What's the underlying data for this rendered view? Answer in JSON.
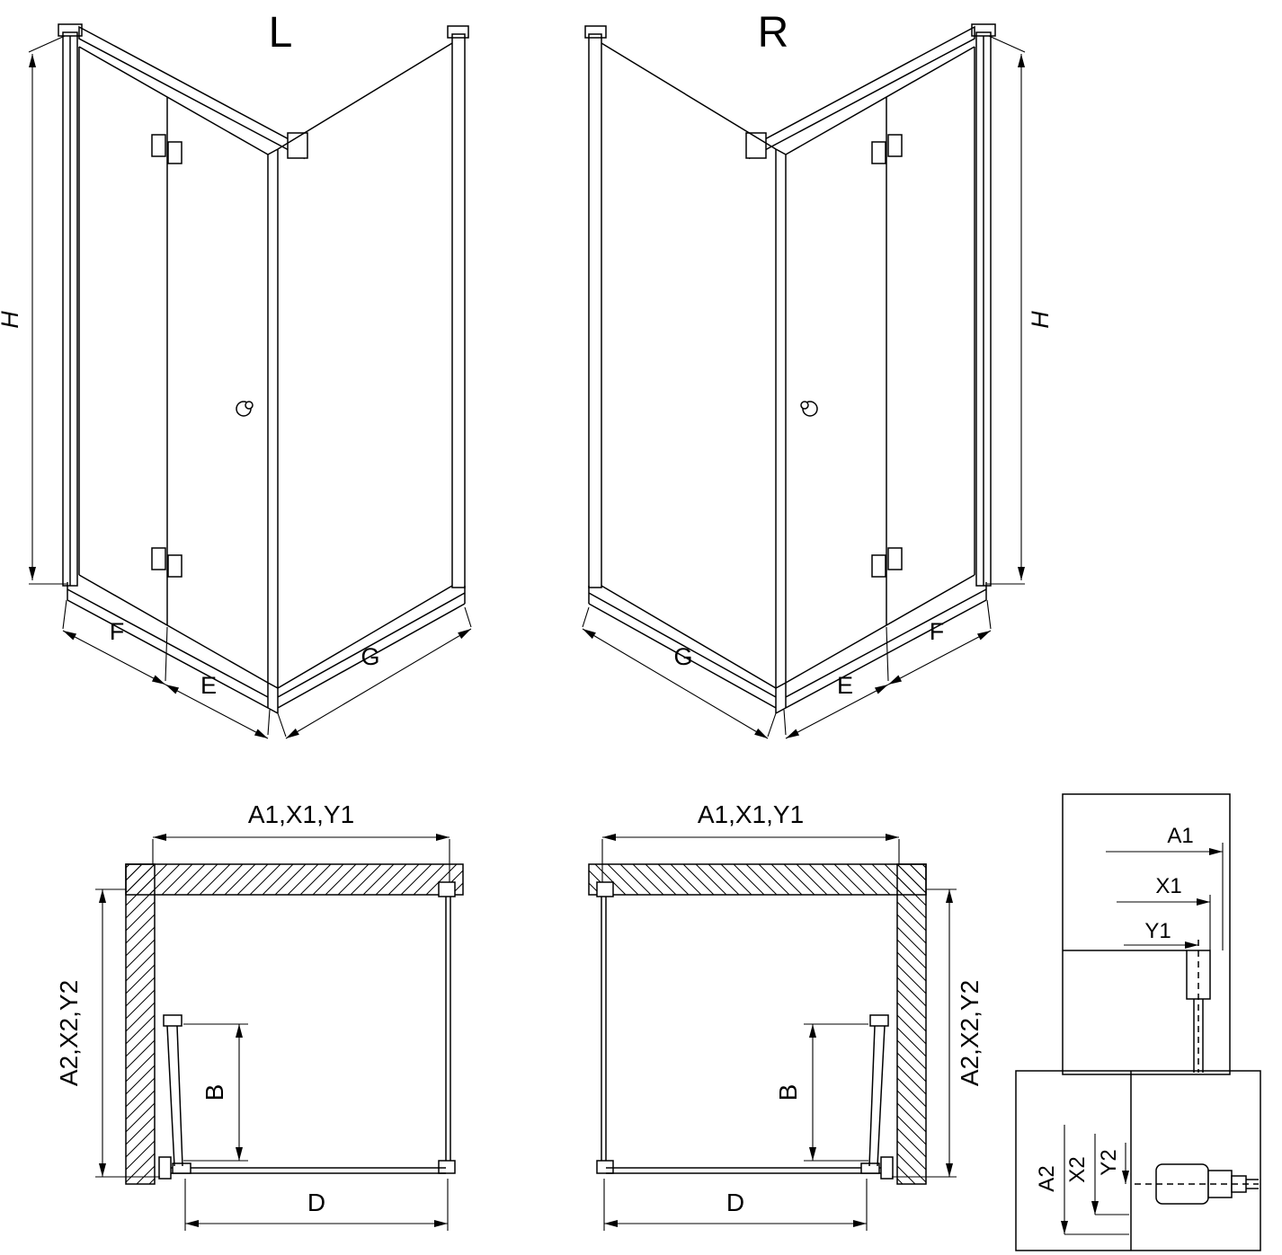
{
  "drawing": {
    "background_color": "#ffffff",
    "line_color": "#000000"
  },
  "iso_left": {
    "variant_label": "L",
    "height_dim": "H",
    "door_leaf_dim": "F",
    "door_fixed_dim": "E",
    "side_panel_dim": "G"
  },
  "iso_right": {
    "variant_label": "R",
    "height_dim": "H",
    "door_leaf_dim": "F",
    "door_fixed_dim": "E",
    "side_panel_dim": "G"
  },
  "plan_left": {
    "width_dim": "A1,X1,Y1",
    "depth_dim": "A2,X2,Y2",
    "door_projection_dim": "B",
    "entry_width_dim": "D"
  },
  "plan_right": {
    "width_dim": "A1,X1,Y1",
    "depth_dim": "A2,X2,Y2",
    "door_projection_dim": "B",
    "entry_width_dim": "D"
  },
  "detail_width": {
    "a1": "A1",
    "x1": "X1",
    "y1": "Y1"
  },
  "detail_depth": {
    "a2": "A2",
    "x2": "X2",
    "y2": "Y2"
  }
}
